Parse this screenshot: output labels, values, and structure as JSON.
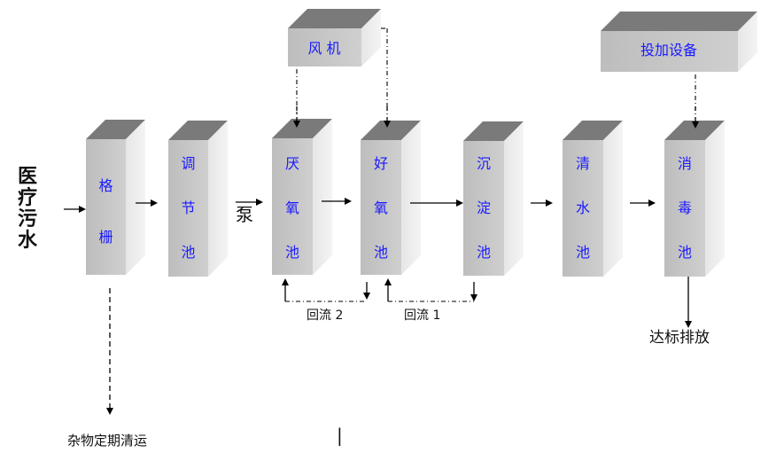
{
  "input_label": "医疗污水",
  "pump_label": "泵",
  "tanks": [
    {
      "id": "grille",
      "chars": [
        "格",
        "栅"
      ]
    },
    {
      "id": "adjust",
      "chars": [
        "调",
        "节",
        "池"
      ]
    },
    {
      "id": "anoxic",
      "chars": [
        "厌",
        "氧",
        "池"
      ]
    },
    {
      "id": "aerobic",
      "chars": [
        "好",
        "氧",
        "池"
      ]
    },
    {
      "id": "settling",
      "chars": [
        "沉",
        "淀",
        "池"
      ]
    },
    {
      "id": "clear",
      "chars": [
        "清",
        "水",
        "池"
      ]
    },
    {
      "id": "disinfect",
      "chars": [
        "消",
        "毒",
        "池"
      ]
    }
  ],
  "blower_label": "风 机",
  "dosing_label": "投加设备",
  "reflux2_label": "回流 2",
  "reflux1_label": "回流 1",
  "discharge_label": "达标排放",
  "debris_label": "杂物定期清运",
  "cursor_mark": "|"
}
